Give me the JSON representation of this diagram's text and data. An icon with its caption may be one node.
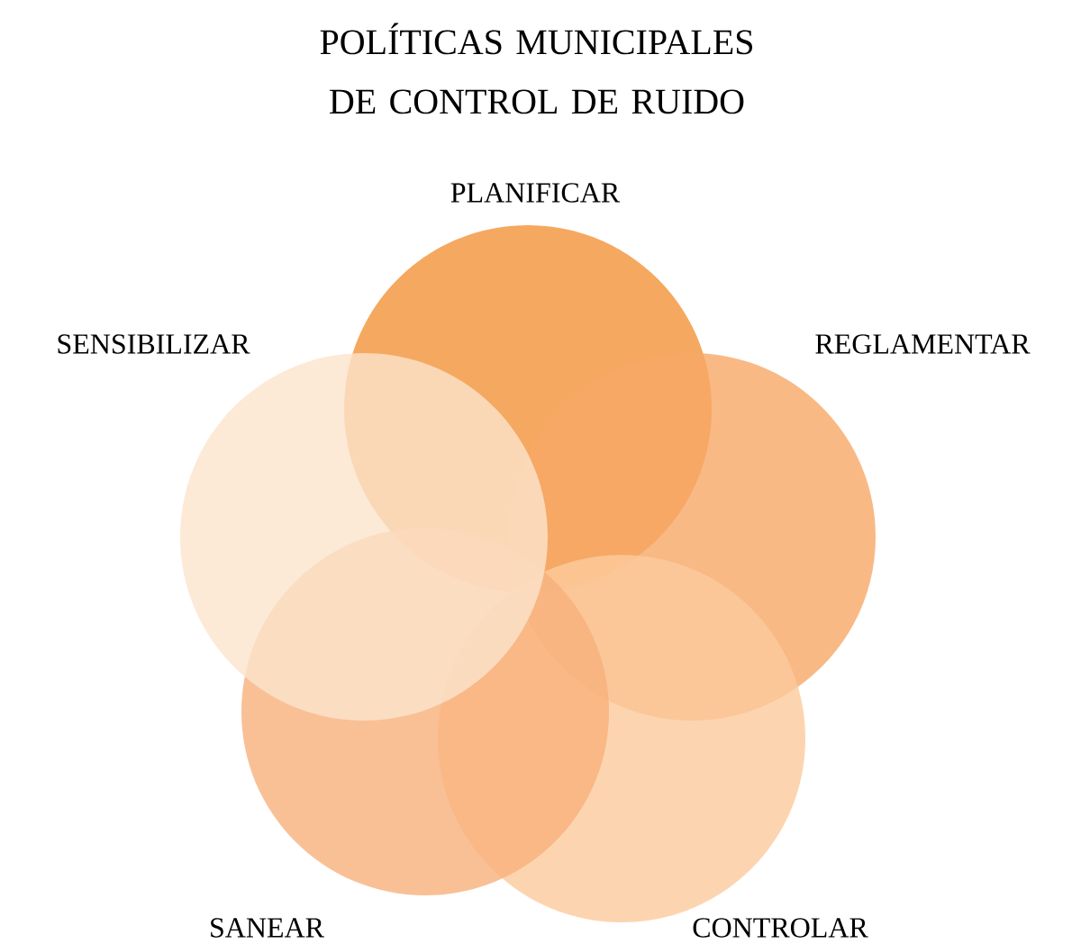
{
  "diagram": {
    "title": "POLÍTICAS MUNICIPALES DE CONTROL DE RUIDO",
    "nodes": [
      {
        "text": [
          "PLANIFICAR"
        ]
      },
      {
        "text": [
          "REGLAMENTAR"
        ]
      },
      {
        "text": [
          "CONTROLAR"
        ]
      },
      {
        "text": [
          "SANEAR"
        ]
      },
      {
        "text": [
          "SENSIBILIZAR"
        ]
      }
    ]
  }
}
